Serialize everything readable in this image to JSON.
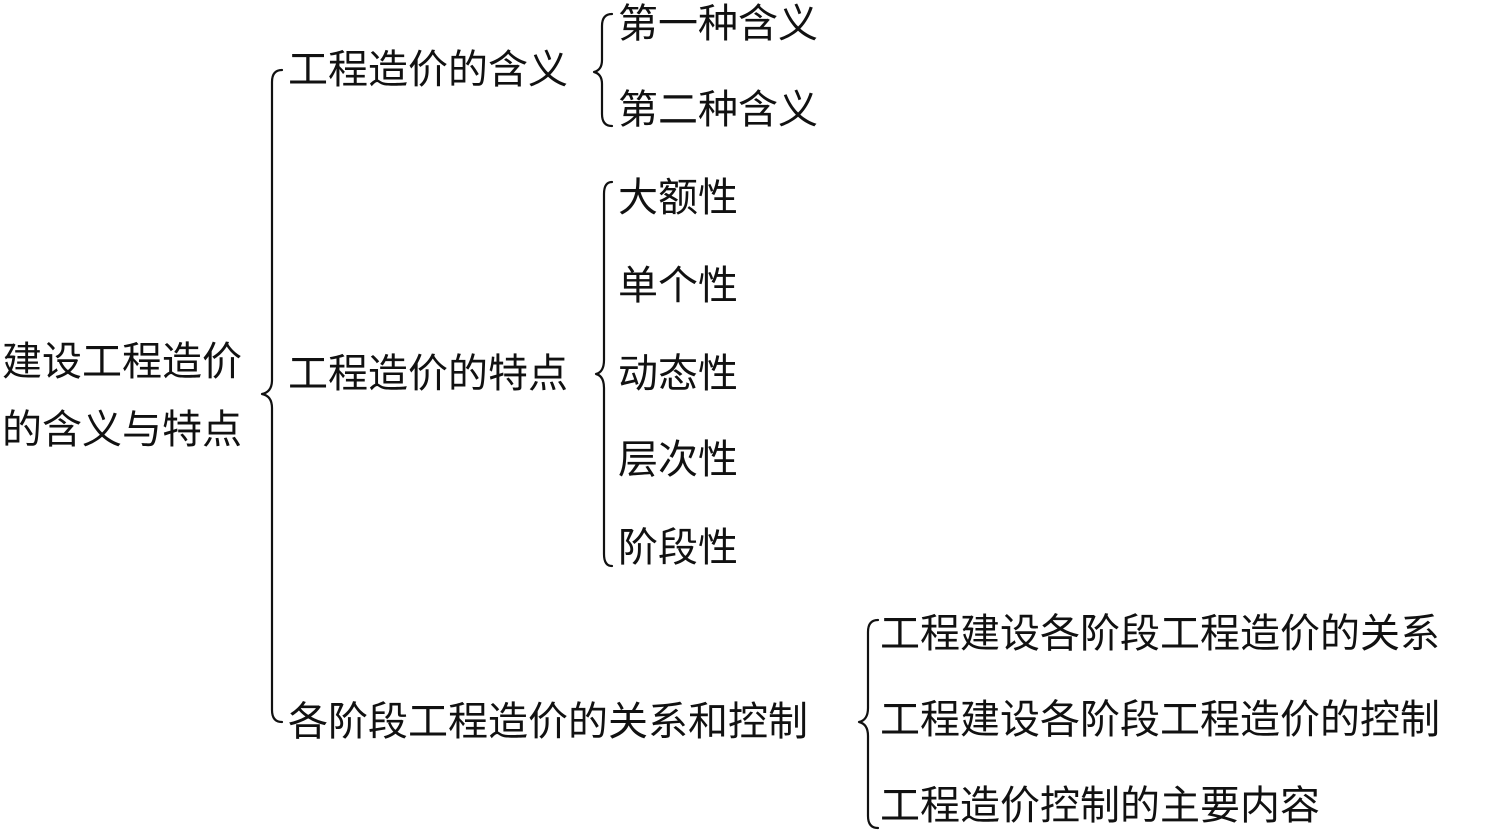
{
  "root": {
    "line1": "建设工程造价",
    "line2": "的含义与特点"
  },
  "branches": [
    {
      "label": "工程造价的含义",
      "children": [
        "第一种含义",
        "第二种含义"
      ]
    },
    {
      "label": "工程造价的特点",
      "children": [
        "大额性",
        "单个性",
        "动态性",
        "层次性",
        "阶段性"
      ]
    },
    {
      "label": "各阶段工程造价的关系和控制",
      "children": [
        "工程建设各阶段工程造价的关系",
        "工程建设各阶段工程造价的控制",
        "工程造价控制的主要内容"
      ]
    }
  ]
}
